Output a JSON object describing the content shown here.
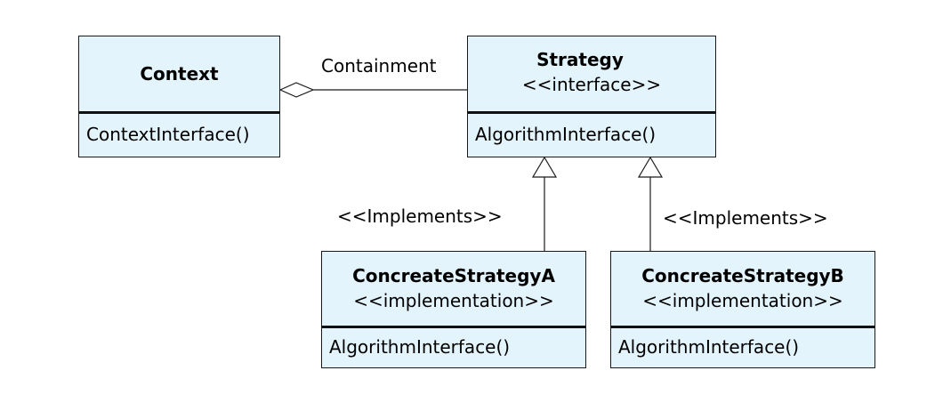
{
  "classes": {
    "context": {
      "name": "Context",
      "operation": "ContextInterface()"
    },
    "strategy": {
      "name": "Strategy",
      "stereotype": "<<interface>>",
      "operation": "AlgorithmInterface()"
    },
    "concrete_a": {
      "name": "ConcreateStrategyA",
      "stereotype": "<<implementation>>",
      "operation": "AlgorithmInterface()"
    },
    "concrete_b": {
      "name": "ConcreateStrategyB",
      "stereotype": "<<implementation>>",
      "operation": "AlgorithmInterface()"
    }
  },
  "relations": {
    "containment_label": "Containment",
    "implements_a_label": "<<Implements>>",
    "implements_b_label": "<<Implements>>"
  },
  "colors": {
    "box_fill": "#e3f4fd",
    "line": "#1a1a1a"
  }
}
